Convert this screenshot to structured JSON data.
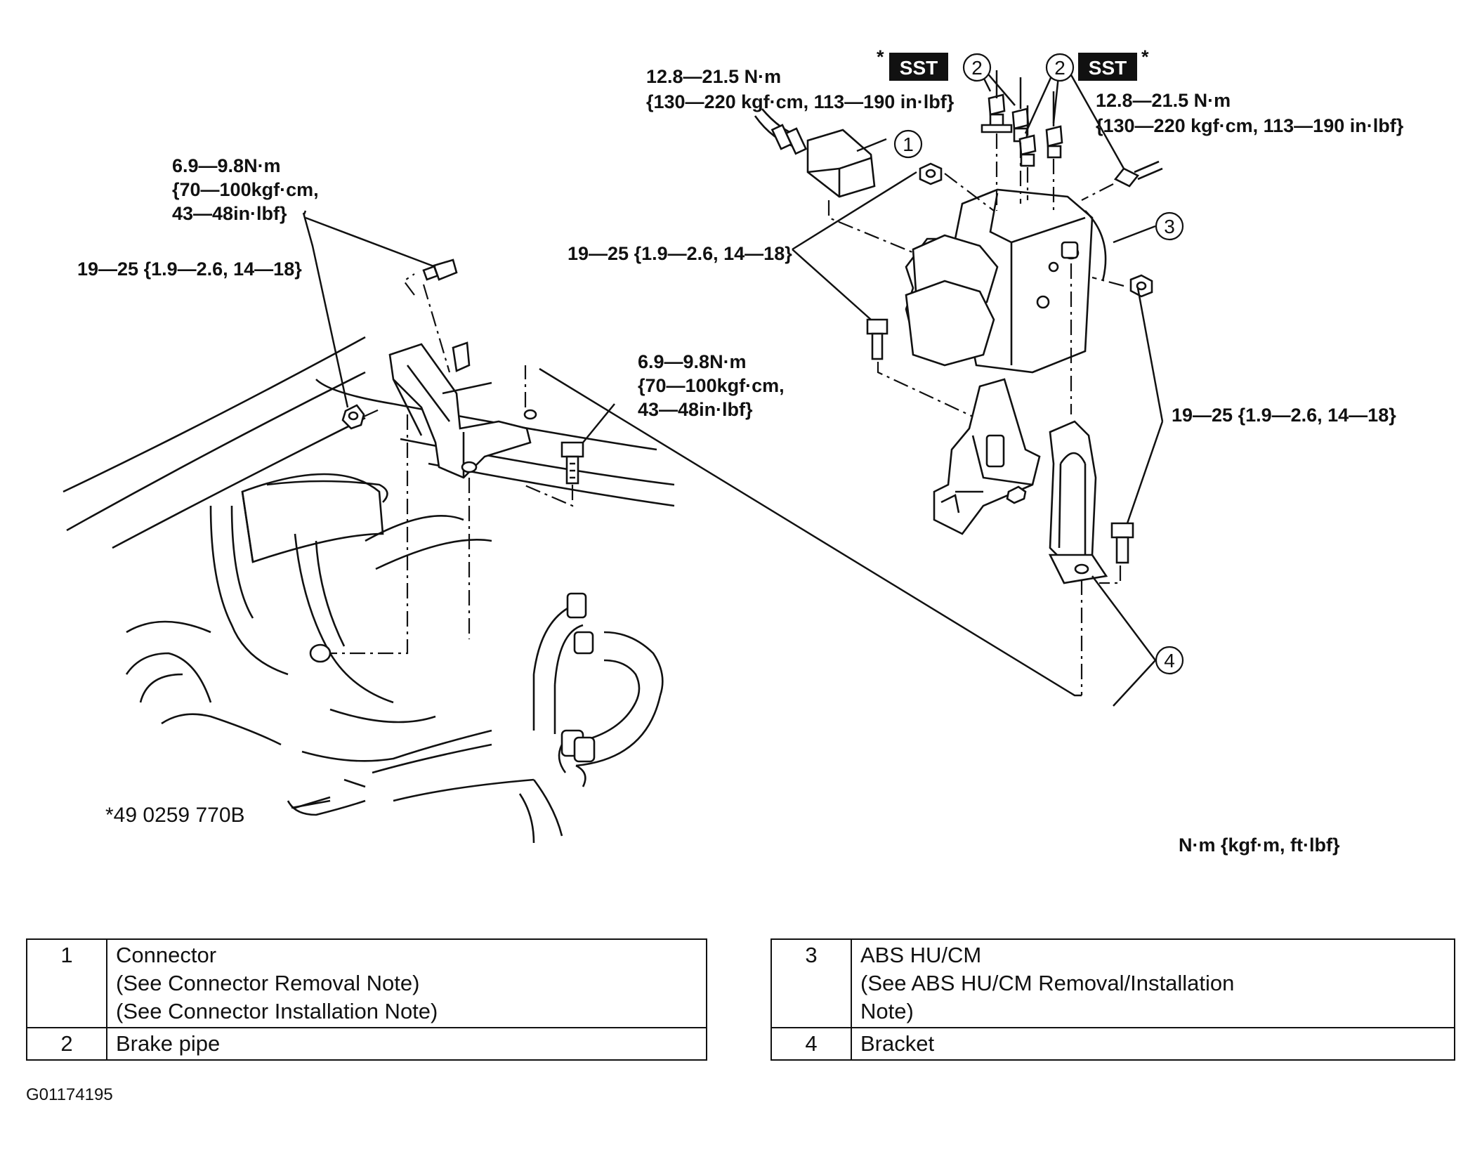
{
  "diagram": {
    "torque_labels": {
      "connector_bolt_upper": [
        "12.8—21.5 N·m",
        "{130—220 kgf·cm, 113—190 in·lbf}"
      ],
      "pipe_right": [
        "12.8—21.5 N·m",
        "{130—220 kgf·cm, 113—190 in·lbf}"
      ],
      "bracket_bolt_upper": [
        "6.9—9.8N·m",
        "{70—100kgf·cm,",
        "43—48in·lbf}"
      ],
      "nut_left": "19—25 {1.9—2.6, 14—18}",
      "hu_mount_left": "19—25 {1.9—2.6, 14—18}",
      "bracket_bolt_mid": [
        "6.9—9.8N·m",
        "{70—100kgf·cm,",
        "43—48in·lbf}"
      ],
      "hu_mount_right": "19—25 {1.9—2.6, 14—18}"
    },
    "sst_label": "SST",
    "sst_marker": "*",
    "callouts": [
      "1",
      "2",
      "2",
      "3",
      "4"
    ],
    "sst_tool_note": "*49 0259 770B",
    "units_note": "N·m {kgf·m, ft·lbf}"
  },
  "legend": {
    "left": [
      {
        "num": "1",
        "lines": [
          "Connector",
          "(See Connector Removal Note)",
          "(See Connector Installation Note)"
        ]
      },
      {
        "num": "2",
        "lines": [
          "Brake pipe"
        ]
      }
    ],
    "right": [
      {
        "num": "3",
        "lines": [
          "ABS HU/CM",
          "(See ABS HU/CM Removal/Installation",
          "Note)"
        ]
      },
      {
        "num": "4",
        "lines": [
          "Bracket"
        ]
      }
    ]
  },
  "figure_code": "G01174195"
}
